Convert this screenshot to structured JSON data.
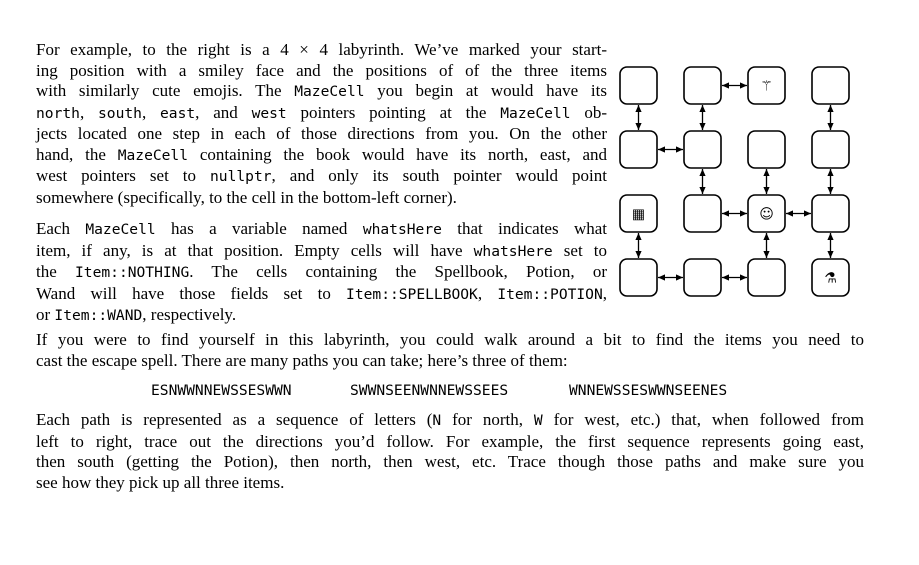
{
  "p1": [
    {
      "t": "For example, to the right is a 4 × 4 labyrinth. We’ve marked your start-"
    },
    {
      "t": "ing position with a smiley face and the positions of of the three items"
    },
    {
      "t": "with similarly cute emojis. The ",
      "c": "MazeCell",
      "t2": " you begin at would have its"
    },
    {
      "c": "north",
      "t": ", ",
      "c2": "south",
      "t2": ", ",
      "c3": "east",
      "t3": ", and ",
      "c4": "west",
      "t4": " pointers pointing at the ",
      "c5": "MazeCell",
      "t5": " ob-"
    },
    {
      "t": "jects located one step in each of those directions from you. On the other"
    },
    {
      "t": "hand, the ",
      "c": "MazeCell",
      "t2": " containing the book would have its north, east, and"
    },
    {
      "t": "west pointers set to ",
      "c": "nullptr",
      "t2": ", and only its south pointer would point"
    },
    {
      "t": "somewhere (specifically, to the cell in the bottom-left corner)."
    }
  ],
  "p2": [
    {
      "t": "Each ",
      "c": "MazeCell",
      "t2": " has a variable named ",
      "c2": "whatsHere",
      "t3": " that indicates what"
    },
    {
      "t": "item, if any, is at that position. Empty cells will have ",
      "c": "whatsHere",
      "t2": " set to"
    },
    {
      "t": "the ",
      "c": "Item::NOTHING",
      "t2": ". The cells containing the Spellbook, Potion, or"
    },
    {
      "t": "Wand will have those fields set to ",
      "c": "Item::SPELLBOOK",
      "t2": ", ",
      "c2": "Item::POTION",
      "t3": ","
    },
    {
      "t": "or ",
      "c": "Item::WAND",
      "t2": ", respectively."
    }
  ],
  "p3": [
    "If you were to find yourself in this labyrinth, you could walk around a bit to find the items you need to",
    "cast the escape spell. There are many paths you can take; here’s three of them:"
  ],
  "paths": [
    "ESNWWNNEWSSESWWN",
    "SWWNSEENWNNEWSSEES",
    "WNNEWSSESWWNSEENES"
  ],
  "p4": [
    "Each path is represented as a sequence of letters (N for north, W for west, etc.) that, when followed from",
    "left to right, trace out the directions you’d follow. For example, the first sequence represents going east,",
    "then south (getting the Potion), then north, then west, etc. Trace though those paths and make sure you",
    "see how they pick up all three items."
  ],
  "p4_mono": {
    "n": "N",
    "w": "W"
  },
  "maze": {
    "items": [
      {
        "row": 0,
        "col": 2,
        "icon": "wand-icon",
        "glyph": "⚚"
      },
      {
        "row": 2,
        "col": 0,
        "icon": "spellbook-icon",
        "glyph": "▦"
      },
      {
        "row": 2,
        "col": 2,
        "icon": "smiley-icon",
        "glyph": "☺"
      },
      {
        "row": 3,
        "col": 3,
        "icon": "potion-icon",
        "glyph": "⚗"
      }
    ],
    "h_links": [
      [
        0,
        1
      ],
      [
        1,
        0
      ],
      [
        2,
        1
      ],
      [
        2,
        2
      ],
      [
        3,
        0
      ],
      [
        3,
        1
      ]
    ],
    "v_links": [
      [
        0,
        0
      ],
      [
        0,
        1
      ],
      [
        0,
        3
      ],
      [
        1,
        1
      ],
      [
        1,
        2
      ],
      [
        1,
        3
      ],
      [
        2,
        0
      ],
      [
        2,
        2
      ],
      [
        2,
        3
      ]
    ]
  }
}
